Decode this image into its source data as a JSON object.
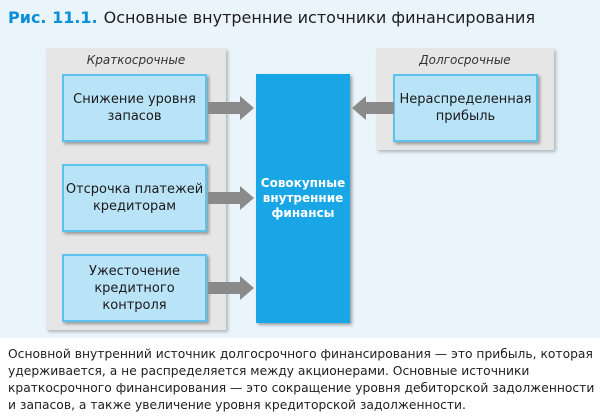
{
  "figure": {
    "number": "Рис. 11.1.",
    "title": "Основные внутренние источники финансирования"
  },
  "short_term": {
    "label": "Краткосрочные",
    "items": [
      "Снижение уровня запасов",
      "Отсрочка платежей кредиторам",
      "Ужесточение кредитного контроля"
    ]
  },
  "long_term": {
    "label": "Долгосрочные",
    "items": [
      "Нераспределенная прибыль"
    ]
  },
  "center": {
    "label": "Совокупные внутренние финансы"
  },
  "caption": "Основной внутренний источник долгосрочного финансирования — это прибыль, которая удерживается, а не распределяется между акционерами. Основные источники краткосрочного финансирования — это сокращение уровня дебиторской задолженности и запасов, а также увеличение уровня кредиторской задолженности.",
  "colors": {
    "figure_bg": "#e9f4fb",
    "accent": "#0b8fd6",
    "center_box": "#19a6e6",
    "source_box": "#b9e4f8",
    "arrow": "#8a8a8a"
  }
}
